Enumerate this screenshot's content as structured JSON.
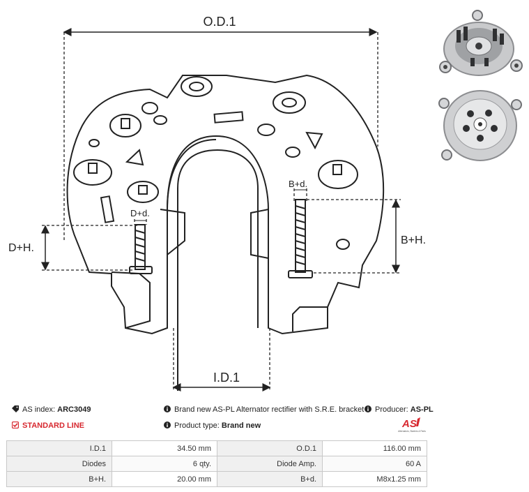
{
  "drawing": {
    "od_label": "O.D.1",
    "id_label": "I.D.1",
    "dh_label": "D+H.",
    "bh_label": "B+H.",
    "dd_label": "D+d.",
    "bd_label": "B+d."
  },
  "info": {
    "as_index_label": "AS index:",
    "as_index_value": "ARC3049",
    "standard_line": "STANDARD LINE",
    "description": "Brand new AS-PL Alternator rectifier with S.R.E. bracket",
    "producer_label": "Producer:",
    "producer_value": "AS-PL",
    "product_type_label": "Product type:",
    "product_type_value": "Brand new",
    "logo_text": "AS",
    "logo_caption": "Alternators, Starters & Parts"
  },
  "specs": [
    {
      "k1": "I.D.1",
      "v1": "34.50 mm",
      "k2": "O.D.1",
      "v2": "116.00 mm"
    },
    {
      "k1": "Diodes",
      "v1": "6 qty.",
      "k2": "Diode Amp.",
      "v2": "60 A"
    },
    {
      "k1": "B+H.",
      "v1": "20.00 mm",
      "k2": "B+d.",
      "v2": "M8x1.25 mm"
    }
  ],
  "colors": {
    "accent_red": "#d7282f",
    "line": "#222222"
  }
}
